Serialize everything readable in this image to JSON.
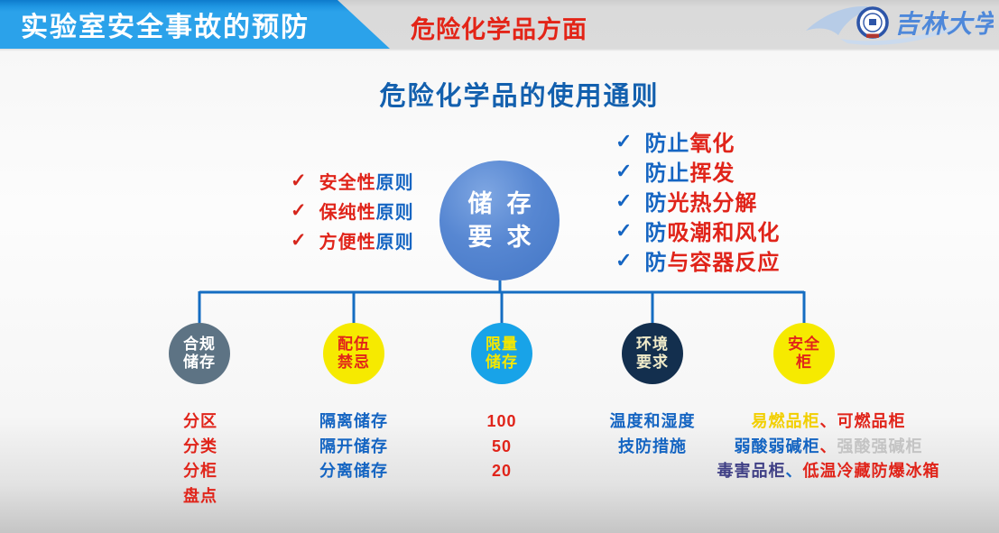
{
  "header": {
    "banner_title": "实验室安全事故的预防",
    "topic": "危险化学品方面",
    "logo_text": "吉林大学"
  },
  "slide": {
    "title": "危险化学品的使用通则"
  },
  "center_node": {
    "line1": "储存",
    "line2": "要求"
  },
  "left_principles": {
    "check": "✓",
    "items": [
      {
        "highlight": "安全性",
        "rest": "原则"
      },
      {
        "highlight": "保纯性",
        "rest": "原则"
      },
      {
        "highlight": "方便性",
        "rest": "原则"
      }
    ]
  },
  "right_precautions": {
    "check": "✓",
    "items": [
      {
        "prefix": "防止",
        "highlight": "氧化"
      },
      {
        "prefix": "防止",
        "highlight": "挥发"
      },
      {
        "prefix": "防",
        "highlight": "光热分解"
      },
      {
        "prefix": "防",
        "highlight": "吸潮和风化"
      },
      {
        "prefix": "防",
        "highlight": "与容器反应"
      }
    ]
  },
  "branches": [
    {
      "id": "compliant-storage",
      "label": [
        "合规",
        "储存"
      ],
      "circle_bg": "#5d7384",
      "label_color": "#ffffff",
      "items": [
        [
          {
            "t": "分区",
            "c": "#e0241a"
          }
        ],
        [
          {
            "t": "分类",
            "c": "#e0241a"
          }
        ],
        [
          {
            "t": "分柜",
            "c": "#e0241a"
          }
        ],
        [
          {
            "t": "盘点",
            "c": "#e0241a"
          }
        ]
      ]
    },
    {
      "id": "incompatibility-taboo",
      "label": [
        "配伍",
        "禁忌"
      ],
      "circle_bg": "#f6ea00",
      "label_color": "#e1251a",
      "items": [
        [
          {
            "t": "隔离储存",
            "c": "#1565c2"
          }
        ],
        [
          {
            "t": "隔开储存",
            "c": "#1565c2"
          }
        ],
        [
          {
            "t": "分离储存",
            "c": "#1565c2"
          }
        ]
      ]
    },
    {
      "id": "quantity-limited-storage",
      "label": [
        "限量",
        "储存"
      ],
      "circle_bg": "#18a3e8",
      "label_color": "#f4e700",
      "items": [
        [
          {
            "t": "100",
            "c": "#e0241a"
          }
        ],
        [
          {
            "t": "50",
            "c": "#e0241a"
          }
        ],
        [
          {
            "t": "20",
            "c": "#e0241a"
          }
        ]
      ]
    },
    {
      "id": "environment-requirements",
      "label": [
        "环境",
        "要求"
      ],
      "circle_bg": "#132f4e",
      "label_color": "#f0ebc9",
      "items": [
        [
          {
            "t": "温度和湿度",
            "c": "#1565c2"
          }
        ],
        [
          {
            "t": "技防措施",
            "c": "#1565c2"
          }
        ]
      ]
    },
    {
      "id": "safety-cabinet",
      "label": [
        "安全",
        "柜"
      ],
      "circle_bg": "#f6ea00",
      "label_color": "#e1251a",
      "items": [
        [
          {
            "t": "易燃品柜",
            "c": "#f2cf00"
          },
          {
            "t": "、",
            "c": "#e0241a"
          },
          {
            "t": "可燃品柜",
            "c": "#e0241a"
          }
        ],
        [
          {
            "t": "弱酸弱碱柜",
            "c": "#1565c2"
          },
          {
            "t": "、",
            "c": "#e0241a"
          },
          {
            "t": "强酸强碱柜",
            "c": "#c4c4c4"
          }
        ],
        [
          {
            "t": "毒害品柜",
            "c": "#3f3f85"
          },
          {
            "t": "、",
            "c": "#1565c2"
          },
          {
            "t": "低温冷藏防爆冰箱",
            "c": "#e0241a"
          }
        ]
      ]
    }
  ],
  "colors": {
    "banner_blue": "#2ba2ea",
    "title_blue": "#1360ae",
    "text_blue": "#1565c2",
    "text_red": "#e0241a",
    "check_red": "#d6261c",
    "check_blue": "#1565c2",
    "connector_blue": "#156dc2",
    "hub_blue": "#4c7fcb"
  }
}
